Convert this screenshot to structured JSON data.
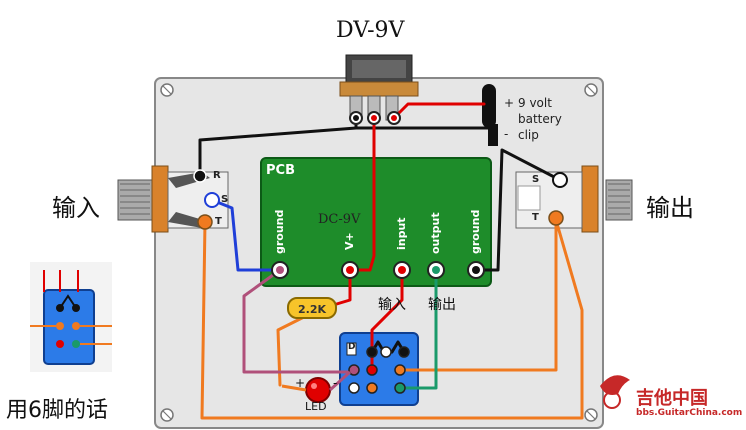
{
  "title": "DV-9V",
  "labels": {
    "input_cn": "输入",
    "output_cn": "输出",
    "input_small_cn": "输入",
    "output_small_cn": "输出",
    "six_pin_cn": "用6脚的话"
  },
  "pcb": {
    "label": "PCB",
    "pins": [
      "ground",
      "V+",
      "input",
      "output",
      "ground"
    ],
    "dc_label": "DC-9V"
  },
  "resistor": "2.2K",
  "battery": {
    "plus": "+",
    "minus": "-",
    "line1": "9 volt",
    "line2": "battery",
    "line3": "clip"
  },
  "input_jack": {
    "r": "R",
    "s": "S",
    "t": "T"
  },
  "output_jack": {
    "s": "S",
    "t": "T"
  },
  "led": {
    "label": "LED",
    "plus": "+",
    "minus": "-"
  },
  "switch_mark": "D",
  "logo": {
    "cn": "吉他中国",
    "site": "bbs.GuitarChina.com"
  },
  "colors": {
    "wire_red": "#e00000",
    "wire_blue": "#1f3fd8",
    "wire_orange": "#f07a20",
    "wire_green": "#1a9a6a",
    "wire_purple": "#b0507a",
    "wire_black": "#111111",
    "pcb_green": "#1e8c2a",
    "switch_blue": "#2c7be8",
    "resistor_yellow": "#f7c42a",
    "enclosure": "#e6e6e6"
  }
}
